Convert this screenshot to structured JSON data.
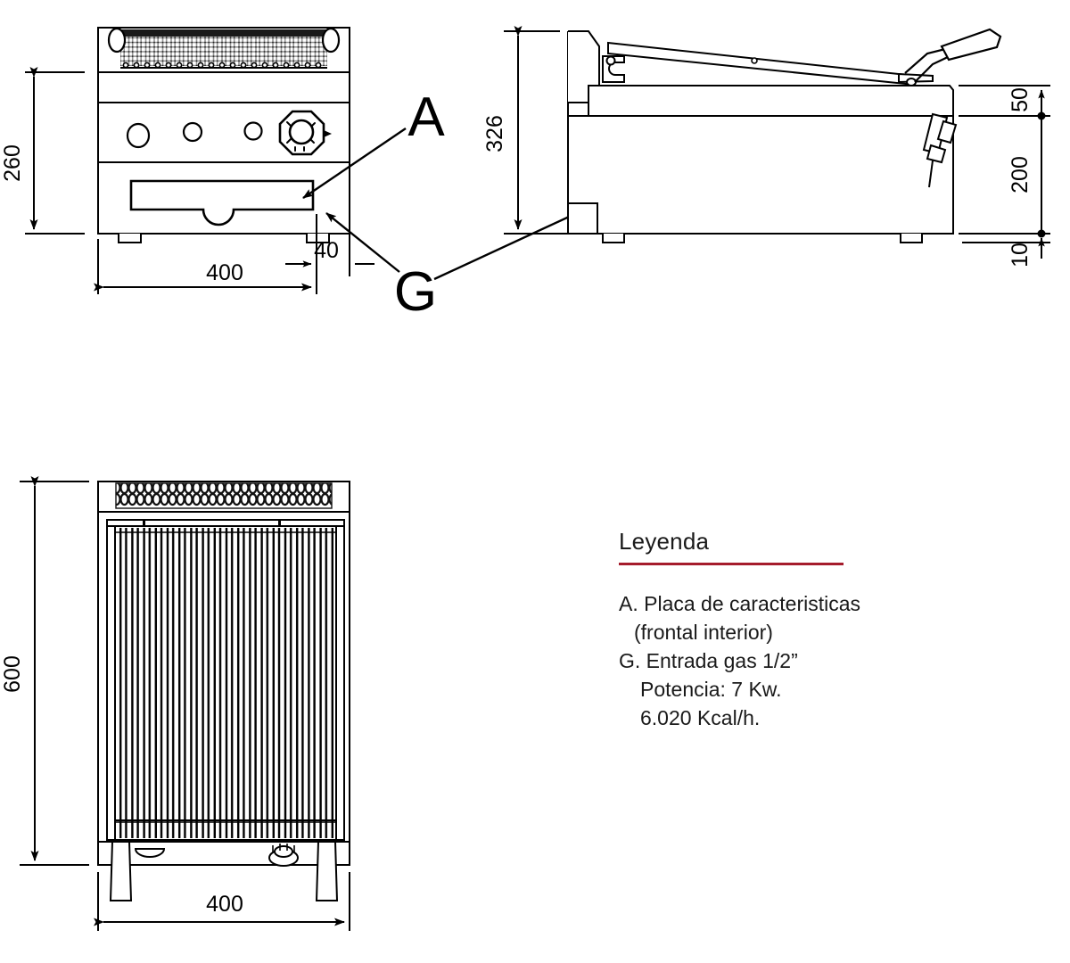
{
  "drawing": {
    "title_note": "Technical dimension drawing of a gas char-grill (barbacoa) unit",
    "views": [
      {
        "id": "front",
        "name": "front-elevation"
      },
      {
        "id": "side",
        "name": "side-elevation"
      },
      {
        "id": "plan",
        "name": "plan-view"
      }
    ]
  },
  "dimensions": {
    "front_height": "260",
    "front_width": "400",
    "front_offset": "40",
    "side_height": "326",
    "side_top_offset": "50",
    "side_mid_offset": "200",
    "side_bottom_offset": "10",
    "plan_depth": "600",
    "plan_width": "400"
  },
  "balloons": {
    "a": "A",
    "g": "G"
  },
  "legend": {
    "title": "Leyenda",
    "rule_color": "#A51C2C",
    "items": [
      {
        "text": "A. Placa de caracteristicas",
        "indent": 0
      },
      {
        "text": "(frontal interior)",
        "indent": 1
      },
      {
        "text": "G. Entrada gas 1/2”",
        "indent": 0
      },
      {
        "text": "Potencia: 7 Kw.",
        "indent": 2
      },
      {
        "text": "6.020 Kcal/h.",
        "indent": 2
      }
    ]
  },
  "colors": {
    "line": "#000000",
    "paper": "#ffffff",
    "accent": "#A51C2C"
  }
}
